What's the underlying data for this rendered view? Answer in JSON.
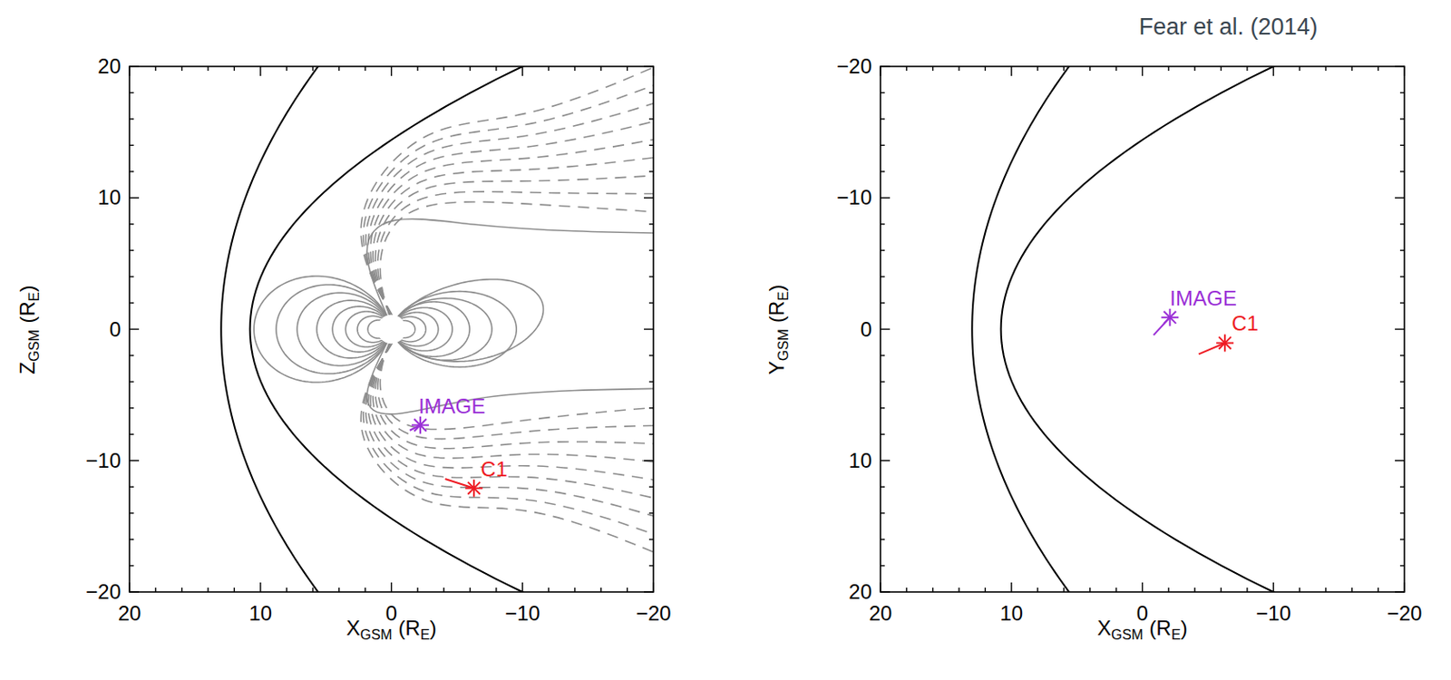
{
  "diagram": {
    "labels": [
      "Fear et al. (2014)",
      "20",
      "10",
      "0",
      "−10",
      "−20",
      "20",
      "10",
      "0",
      "−10",
      "−20",
      "Z",
      "GSM",
      "(R",
      "E",
      ")",
      "X",
      "GSM",
      "(R",
      "E",
      ")",
      "IMAGE",
      "C1",
      "20",
      "10",
      "0",
      "−10",
      "−20",
      "−20",
      "−10",
      "0",
      "10",
      "20",
      "Y",
      "GSM",
      "(R",
      "E",
      ")",
      "X",
      "GSM",
      "(R",
      "E",
      ")",
      "IMAGE",
      "C1"
    ]
  }
}
